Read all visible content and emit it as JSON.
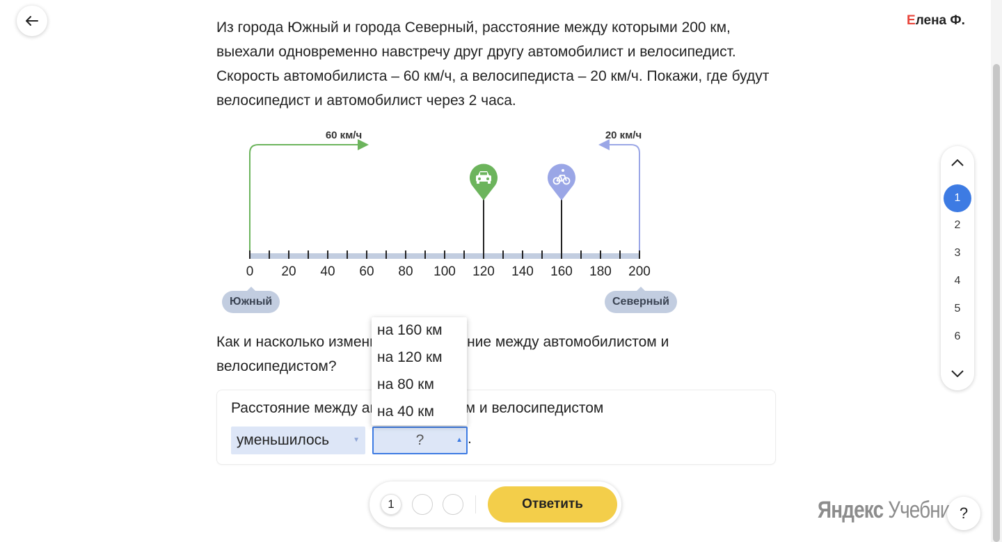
{
  "user": {
    "first_letter": "Е",
    "rest": "лена Ф."
  },
  "problem": {
    "text": "Из города Южный и города Северный, расстояние между которыми 200 км, выехали одновременно навстречу друг другу автомобилист и велосипедист. Скорость автомобилиста – 60 км/ч, а велосипедиста – 20 км/ч. Покажи, где будут велосипедист и автомобилист через 2 часа."
  },
  "diagram": {
    "speed_left": "60 км/ч",
    "speed_right": "20 км/ч",
    "ticks": [
      "0",
      "20",
      "40",
      "60",
      "80",
      "100",
      "120",
      "140",
      "160",
      "180",
      "200"
    ],
    "town_left": "Южный",
    "town_right": "Северный",
    "car_position_km": 120,
    "bike_position_km": 160,
    "colors": {
      "car": "#6cb45c",
      "bike": "#9aa6e6",
      "axis": "#c2cde0"
    },
    "icons": {
      "car": "car-icon",
      "bike": "bicycle-icon"
    }
  },
  "question": {
    "text": "Как и насколько изменилось расстояние между автомобилистом и велосипедистом?"
  },
  "answer": {
    "sentence": "Расстояние между автомобилистом и велосипедистом",
    "select1_value": "уменьшилось",
    "select2_value": "?",
    "period": ".",
    "dropdown_options": [
      "на 160 км",
      "на 120 км",
      "на 80 км",
      "на 40 км"
    ]
  },
  "pager": {
    "items": [
      "1",
      "2",
      "3",
      "4",
      "5",
      "6"
    ],
    "active": "1"
  },
  "bottom": {
    "attempts": [
      "1",
      "",
      ""
    ],
    "submit_label": "Ответить"
  },
  "logo": {
    "part1": "Яндекс",
    "part2": "Учебник"
  },
  "help": "?"
}
